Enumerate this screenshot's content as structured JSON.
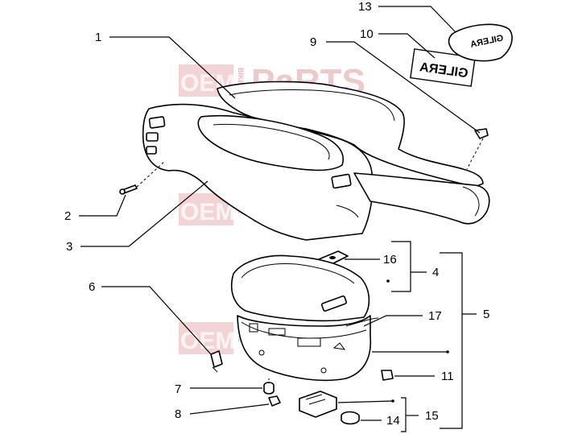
{
  "watermark": {
    "left": "OEM",
    "middle": "BIKE",
    "right": "PaRTS"
  },
  "callouts": {
    "n1": "1",
    "n2": "2",
    "n3": "3",
    "n4": "4",
    "n5": "5",
    "n6": "6",
    "n7": "7",
    "n8": "8",
    "n9": "9",
    "n10": "10",
    "n11": "11",
    "n13": "13",
    "n14": "14",
    "n15": "15",
    "n16": "16",
    "n17": "17"
  },
  "decals": {
    "plate_text": "GILERA",
    "shield_text": "GILERA"
  },
  "colors": {
    "line": "#000000",
    "watermark": "#e8b8b8"
  }
}
